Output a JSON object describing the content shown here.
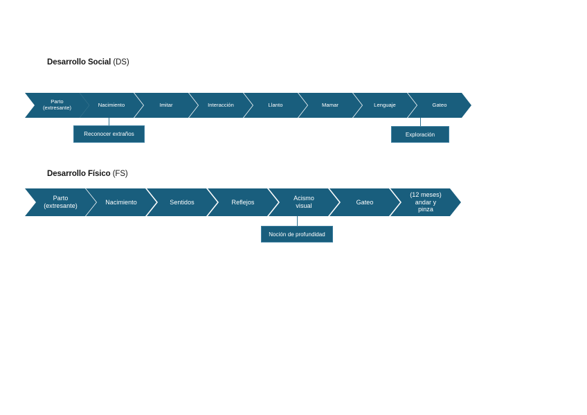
{
  "page": {
    "background": "#ffffff",
    "accent": "#195e7d",
    "callout_border": "#3d7fa0",
    "connector_color": "#2d7190",
    "text_on_accent": "#ffffff",
    "title_color": "#151515"
  },
  "sections": [
    {
      "id": "ds",
      "title_strong": "Desarrollo Social",
      "title_light": " (DS)",
      "steps": [
        {
          "label": "Parto\n(extresante)",
          "line1": "Parto",
          "line2": "(extresante)"
        },
        {
          "label": "Nacimiento",
          "line1": "Nacimiento",
          "line2": ""
        },
        {
          "label": "Imitar",
          "line1": "Imitar",
          "line2": ""
        },
        {
          "label": "Interacción",
          "line1": "Interacción",
          "line2": ""
        },
        {
          "label": "Llanto",
          "line1": "Llanto",
          "line2": ""
        },
        {
          "label": "Mamar",
          "line1": "Mamar",
          "line2": ""
        },
        {
          "label": "Lenguaje",
          "line1": "Lenguaje",
          "line2": ""
        },
        {
          "label": "Gateo",
          "line1": "Gateo",
          "line2": ""
        }
      ],
      "callouts": [
        {
          "id": "reconocer",
          "label": "Reconocer extraños",
          "attached_to": "Nacimiento"
        },
        {
          "id": "exploracion",
          "label": "Exploración",
          "attached_to": "Gateo"
        }
      ]
    },
    {
      "id": "fs",
      "title_strong": "Desarrollo Físico",
      "title_light": " (FS)",
      "steps": [
        {
          "label": "Parto\n(extresante)",
          "line1": "Parto",
          "line2": "(extresante)"
        },
        {
          "label": "Nacimiento",
          "line1": "Nacimiento",
          "line2": ""
        },
        {
          "label": "Sentidos",
          "line1": "Sentidos",
          "line2": ""
        },
        {
          "label": "Reflejos",
          "line1": "Reflejos",
          "line2": ""
        },
        {
          "label": "Acismo visual",
          "line1": "Acismo",
          "line2": "visual"
        },
        {
          "label": "Gateo",
          "line1": "Gateo",
          "line2": ""
        },
        {
          "label": "(12 meses) andar y pinza",
          "line1": "(12 meses)",
          "line2": "andar y",
          "line3": "pinza"
        }
      ],
      "callouts": [
        {
          "id": "nocion",
          "label": "Noción de profundidad",
          "attached_to": "Acismo visual"
        }
      ]
    }
  ]
}
